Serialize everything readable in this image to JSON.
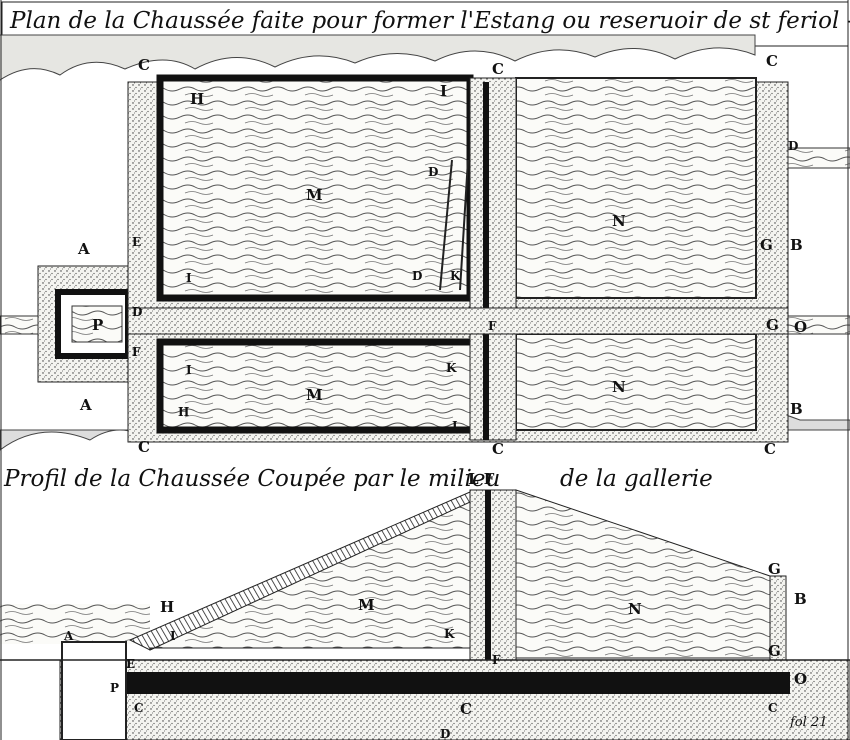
{
  "plan": {
    "title": "Plan de la Chaussée faite pour former l'Estang ou reseruoir de st feriol -",
    "labels": {
      "c_tl": "C",
      "c_tm": "C",
      "c_tr": "C",
      "c_bl": "C",
      "c_bm": "C",
      "c_br": "C",
      "h_top": "H",
      "i_top": "I",
      "m_top": "M",
      "n_top": "N",
      "d_inner_top": "D",
      "d_inner_bot": "D",
      "k_top": "K",
      "i_left": "I",
      "d_right": "D",
      "a_top": "A",
      "a_bot": "A",
      "e_left": "E",
      "d_left": "D",
      "f_left": "F",
      "p": "P",
      "f_center": "F",
      "g_mid": "G",
      "b_mid": "B",
      "g_center": "G",
      "o_center": "O",
      "i_bot_left": "I",
      "k_bot": "K",
      "m_bot": "M",
      "n_bot": "N",
      "h_bot": "H",
      "l_bot": "L",
      "b_bot": "B"
    }
  },
  "profile": {
    "title_left": "Profil de la Chaussée Coupée par le milieu",
    "title_mid": "L F",
    "title_right": "de la gallerie",
    "labels": {
      "h": "H",
      "m": "M",
      "k": "K",
      "i": "I",
      "n": "N",
      "g_top": "G",
      "b": "B",
      "g_bot": "G",
      "o": "O",
      "f": "F",
      "e": "E",
      "a": "A",
      "p": "P",
      "c_left": "C",
      "c_mid": "C",
      "c_right": "C",
      "d_bot": "D"
    },
    "folio": "fol 21"
  }
}
